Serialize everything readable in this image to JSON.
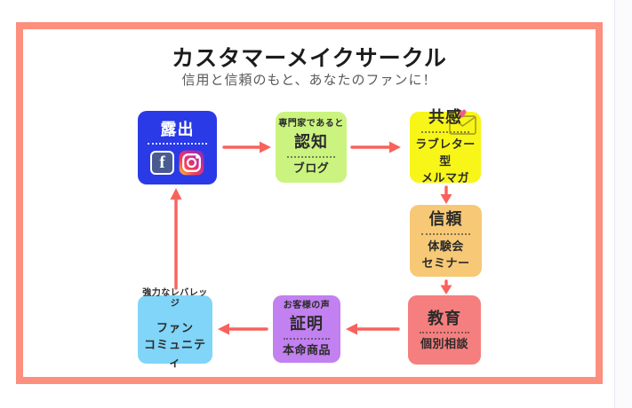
{
  "header": {
    "title": "カスタマーメイクサークル",
    "subtitle": "信用と信頼のもと、あなたのファンに！"
  },
  "nodes": {
    "exposure": {
      "label": "露出",
      "color": "#2a3ae6",
      "icons": [
        "facebook-icon",
        "instagram-icon"
      ]
    },
    "recognition": {
      "qualifier": "専門家であると",
      "label": "認知",
      "detail": "ブログ",
      "color": "#cbf37f"
    },
    "empathy": {
      "label": "共感",
      "detail_lines": [
        "ラブレター型",
        "メルマガ"
      ],
      "icon": "love-letter-icon",
      "color": "#f8f518"
    },
    "trust": {
      "label": "信頼",
      "detail_lines": [
        "体験会",
        "セミナー"
      ],
      "color": "#f7c875"
    },
    "education": {
      "label": "教育",
      "detail": "個別相談",
      "color": "#f57f7e"
    },
    "proof": {
      "qualifier": "お客様の声",
      "label": "証明",
      "detail": "本命商品",
      "color": "#c280f0"
    },
    "fan_community": {
      "qualifier": "強力なレバレッジ",
      "label_lines": [
        "ファン",
        "コミュニティ"
      ],
      "color": "#80d5f8"
    }
  },
  "icons": {
    "facebook_glyph": "f",
    "heart_glyph": "♥"
  },
  "arrows": [
    {
      "from": "exposure",
      "to": "recognition",
      "direction": "right"
    },
    {
      "from": "recognition",
      "to": "empathy",
      "direction": "right"
    },
    {
      "from": "empathy",
      "to": "trust",
      "direction": "down"
    },
    {
      "from": "trust",
      "to": "education",
      "direction": "down"
    },
    {
      "from": "education",
      "to": "proof",
      "direction": "left"
    },
    {
      "from": "proof",
      "to": "fan_community",
      "direction": "left"
    },
    {
      "from": "fan_community",
      "to": "exposure",
      "direction": "up"
    }
  ],
  "colors": {
    "frame_border": "#fc8f7e",
    "arrow": "#f8625c",
    "heart_pink": "#ef5f80",
    "envelope_outline": "#a9a421",
    "facebook_tile_blue": "#4a5b91",
    "instagram_gradient": [
      "#fdc23e",
      "#f23a55",
      "#c32aa3",
      "#7232bd"
    ],
    "page_edge_strip": "#fbfafd"
  }
}
